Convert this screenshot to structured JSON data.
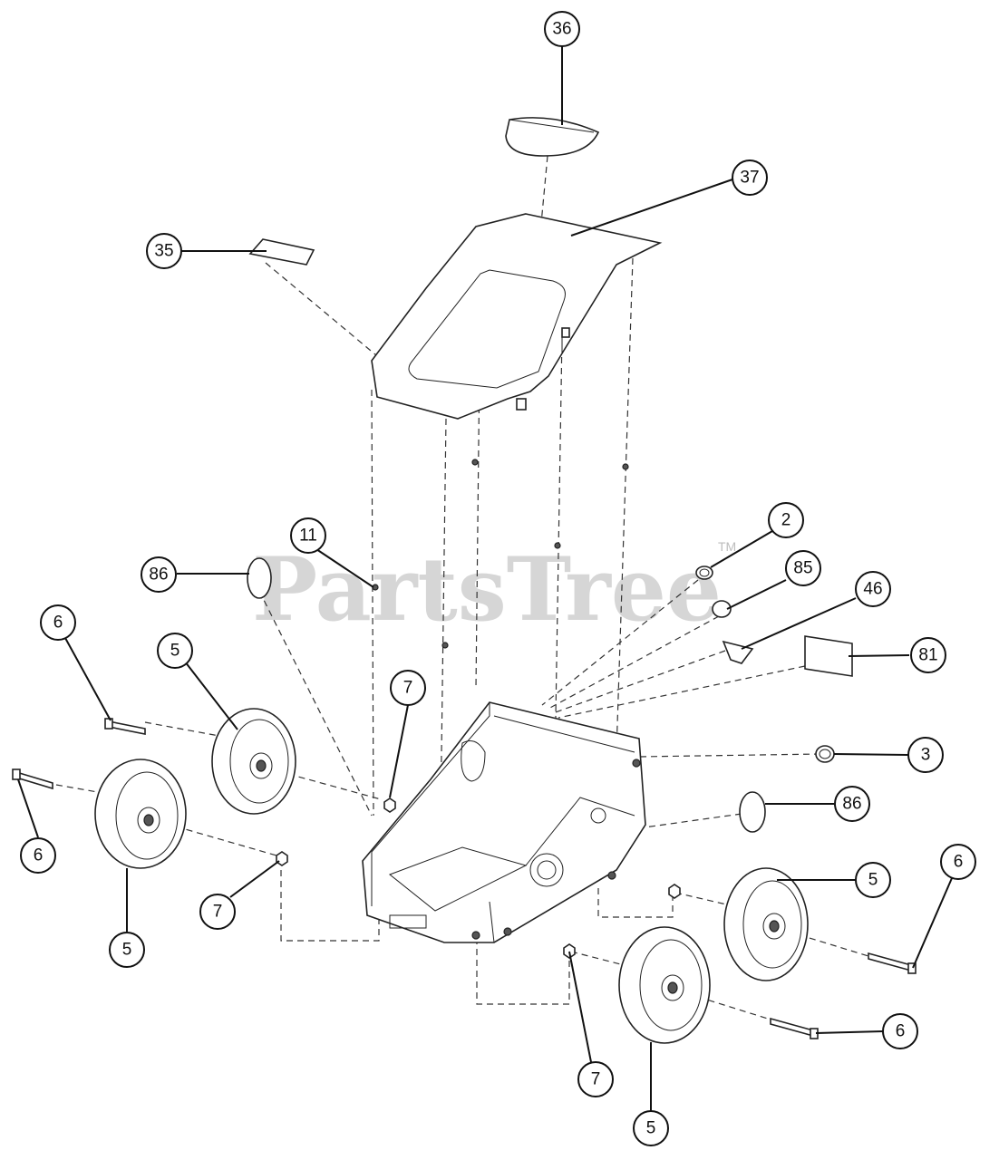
{
  "diagram": {
    "watermark": {
      "text": "PartsTree",
      "trademark": "TM"
    },
    "callouts": [
      {
        "id": "c-36",
        "label": "36"
      },
      {
        "id": "c-37",
        "label": "37"
      },
      {
        "id": "c-35",
        "label": "35"
      },
      {
        "id": "c-11",
        "label": "11"
      },
      {
        "id": "c-86a",
        "label": "86"
      },
      {
        "id": "c-2",
        "label": "2"
      },
      {
        "id": "c-85",
        "label": "85"
      },
      {
        "id": "c-46",
        "label": "46"
      },
      {
        "id": "c-81",
        "label": "81"
      },
      {
        "id": "c-3",
        "label": "3"
      },
      {
        "id": "c-6a",
        "label": "6"
      },
      {
        "id": "c-5a",
        "label": "5"
      },
      {
        "id": "c-7a",
        "label": "7"
      },
      {
        "id": "c-6b",
        "label": "6"
      },
      {
        "id": "c-5b",
        "label": "5"
      },
      {
        "id": "c-7b",
        "label": "7"
      },
      {
        "id": "c-86b",
        "label": "86"
      },
      {
        "id": "c-5c",
        "label": "5"
      },
      {
        "id": "c-6c",
        "label": "6"
      },
      {
        "id": "c-6d",
        "label": "6"
      },
      {
        "id": "c-7c",
        "label": "7"
      },
      {
        "id": "c-5d",
        "label": "5"
      }
    ],
    "colors": {
      "line": "#111111",
      "watermark": "#cfcfcf",
      "background": "#ffffff"
    }
  }
}
